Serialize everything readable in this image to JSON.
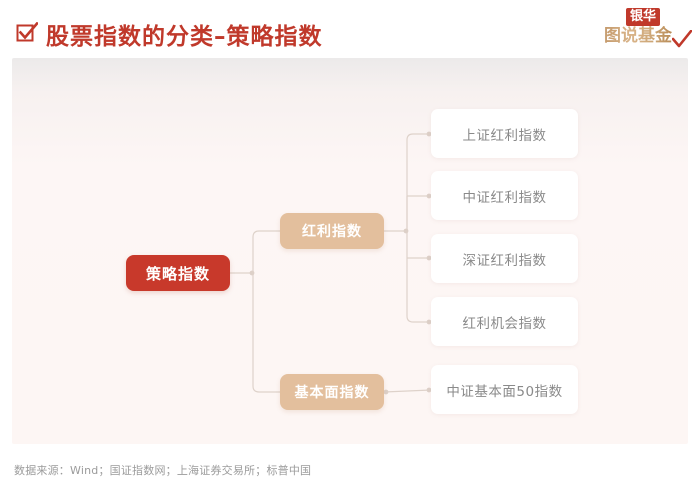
{
  "header": {
    "title": "股票指数的分类–策略指数",
    "check_icon": "checkbox-checked-icon"
  },
  "logo": {
    "top_text": "银华",
    "bottom_text": "图说基金",
    "check_icon": "check-mark-icon",
    "brand_red": "#c0392b",
    "brand_gold": "#c49a6c"
  },
  "diagram": {
    "root": {
      "label": "策略指数",
      "color": "#c8392b",
      "text_color": "#ffffff"
    },
    "branches": [
      {
        "label": "红利指数",
        "color": "#e3bf9d",
        "text_color": "#ffffff",
        "children": [
          {
            "label": "上证红利指数"
          },
          {
            "label": "中证红利指数"
          },
          {
            "label": "深证红利指数"
          },
          {
            "label": "红利机会指数"
          }
        ]
      },
      {
        "label": "基本面指数",
        "color": "#e3bf9d",
        "text_color": "#ffffff",
        "children": [
          {
            "label": "中证基本面50指数"
          }
        ]
      }
    ],
    "connector_color": "#ddd0c8",
    "leaf_bg": "#ffffff",
    "leaf_text_color": "#8a8a8a"
  },
  "footer": {
    "source": "数据来源：Wind；国证指数网；上海证券交易所；标普中国"
  }
}
